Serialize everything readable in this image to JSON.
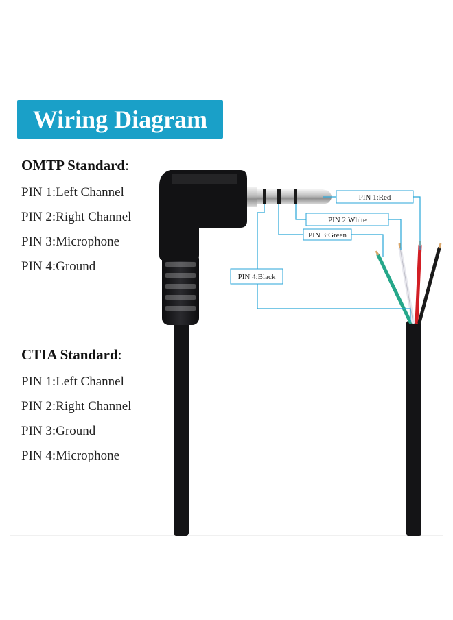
{
  "title": "Wiring Diagram",
  "omtp": {
    "heading": "OMTP Standard",
    "pins": [
      "PIN 1:Left Channel",
      "PIN 2:Right Channel",
      "PIN 3:Microphone",
      "PIN 4:Ground"
    ]
  },
  "ctia": {
    "heading": "CTIA Standard",
    "pins": [
      "PIN 1:Left Channel",
      "PIN 2:Right Channel",
      "PIN 3:Ground",
      "PIN 4:Microphone"
    ]
  },
  "labels": {
    "pin1": "PIN 1:Red",
    "pin2": "PIN 2:White",
    "pin3": "PIN 3:Green",
    "pin4": "PIN 4:Black"
  },
  "colors": {
    "banner": "#1aa0c8",
    "leader": "#29a6d8",
    "wire_red": "#d21e24",
    "wire_white": "#e8e8ee",
    "wire_green": "#25a78a",
    "wire_black": "#1a1a1a",
    "cable": "#141416"
  }
}
